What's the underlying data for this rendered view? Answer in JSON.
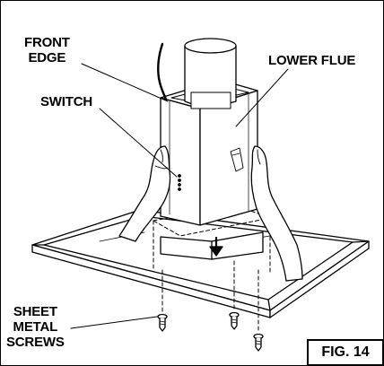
{
  "labels": {
    "front_edge_line1": "FRONT",
    "front_edge_line2": "EDGE",
    "lower_flue": "LOWER FLUE",
    "switch": "SWITCH",
    "screws_line1": "SHEET",
    "screws_line2": "METAL",
    "screws_line3": "SCREWS"
  },
  "figure": {
    "number": "FIG. 14"
  }
}
